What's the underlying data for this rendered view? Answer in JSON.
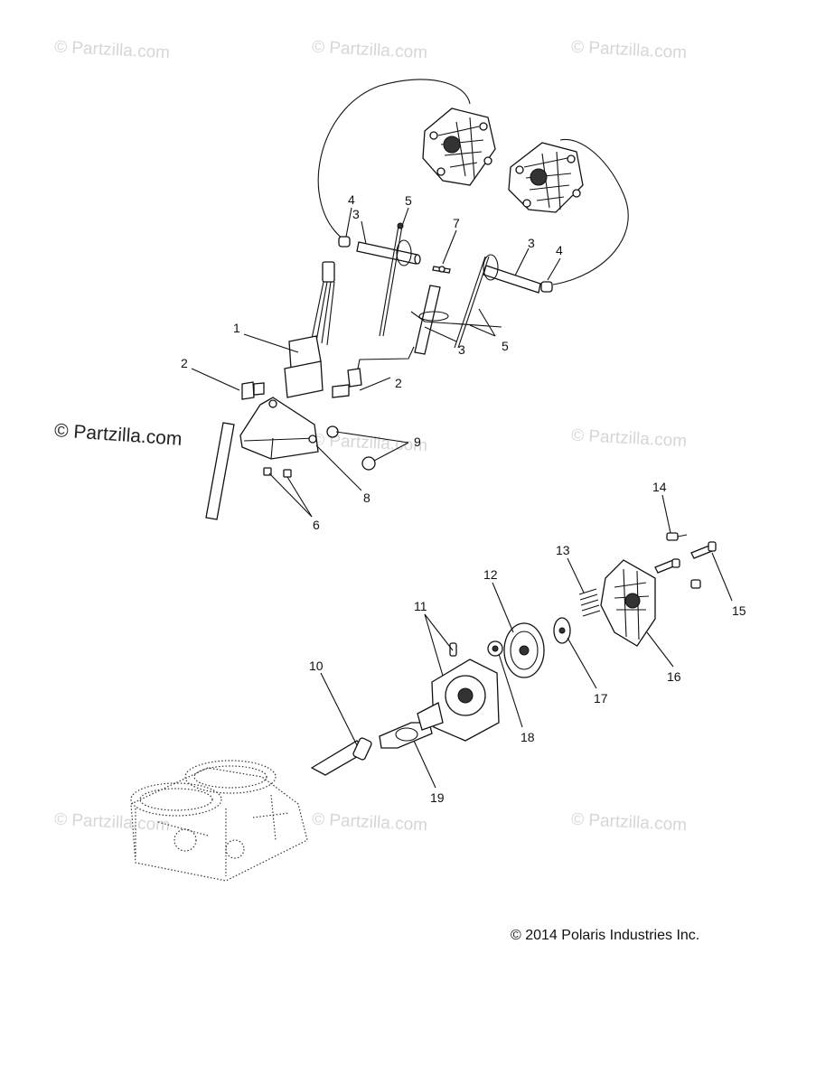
{
  "watermarks": [
    "© Partzilla.com",
    "© Partzilla.com",
    "© Partzilla.com",
    "© Partzilla.com",
    "© Partzilla.com",
    "© Partzilla.com",
    "© Partzilla.com",
    "© Partzilla.com"
  ],
  "watermark_prominent": "© Partzilla.com",
  "copyright": "© 2014 Polaris Industries Inc.",
  "callouts": {
    "c1": "1",
    "c2a": "2",
    "c2b": "2",
    "c3a": "3",
    "c3b": "3",
    "c3c": "3",
    "c4a": "4",
    "c4b": "4",
    "c5a": "5",
    "c5b": "5",
    "c6": "6",
    "c7": "7",
    "c8": "8",
    "c9": "9",
    "c10": "10",
    "c11": "11",
    "c12": "12",
    "c13": "13",
    "c14": "14",
    "c15": "15",
    "c16": "16",
    "c17": "17",
    "c18": "18",
    "c19": "19"
  }
}
